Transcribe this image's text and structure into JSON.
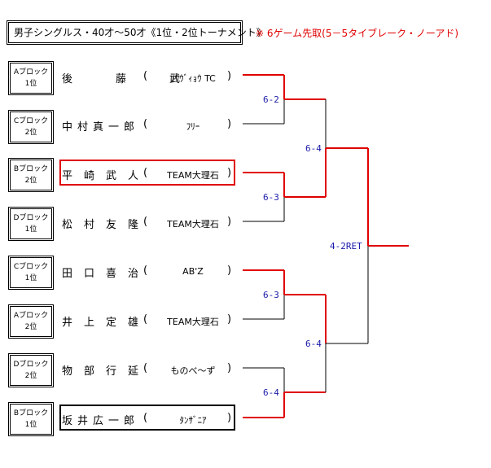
{
  "title": "男子シングルス・40才～50才《1位・2位トーナメント》",
  "note": "※ 6ゲーム先取(5－5タイブレーク・ノーアド)",
  "players": [
    {
      "block": "Aブロック",
      "rank": "1位",
      "name": "後　藤　武",
      "club": "ｿｳｳﾞｨｮｳ TC"
    },
    {
      "block": "Cブロック",
      "rank": "2位",
      "name": "中村真一郎",
      "club": "ﾌﾘｰ"
    },
    {
      "block": "Bブロック",
      "rank": "2位",
      "name": "平崎武人",
      "club": "TEAM大理石"
    },
    {
      "block": "Dブロック",
      "rank": "1位",
      "name": "松村友隆",
      "club": "TEAM大理石"
    },
    {
      "block": "Cブロック",
      "rank": "1位",
      "name": "田口喜治",
      "club": "AB'Z"
    },
    {
      "block": "Aブロック",
      "rank": "2位",
      "name": "井上定雄",
      "club": "TEAM大理石"
    },
    {
      "block": "Dブロック",
      "rank": "2位",
      "name": "物部行延",
      "club": "ものべ～ず"
    },
    {
      "block": "Bブロック",
      "rank": "1位",
      "name": "坂井広一郎",
      "club": "ﾀﾝｻﾞﾆｱ"
    }
  ],
  "paren_open": "(",
  "paren_close": ")",
  "scores": {
    "r1_m1": "6-2",
    "r1_m2": "6-3",
    "r1_m3": "6-3",
    "r1_m4": "6-4",
    "r2_m1": "6-4",
    "r2_m2": "6-4",
    "final": "4-2RET"
  },
  "colors": {
    "winner_line": "#e00000",
    "loser_line": "#000000",
    "score_text": "#1a1aaa",
    "note_text": "#e00000"
  }
}
